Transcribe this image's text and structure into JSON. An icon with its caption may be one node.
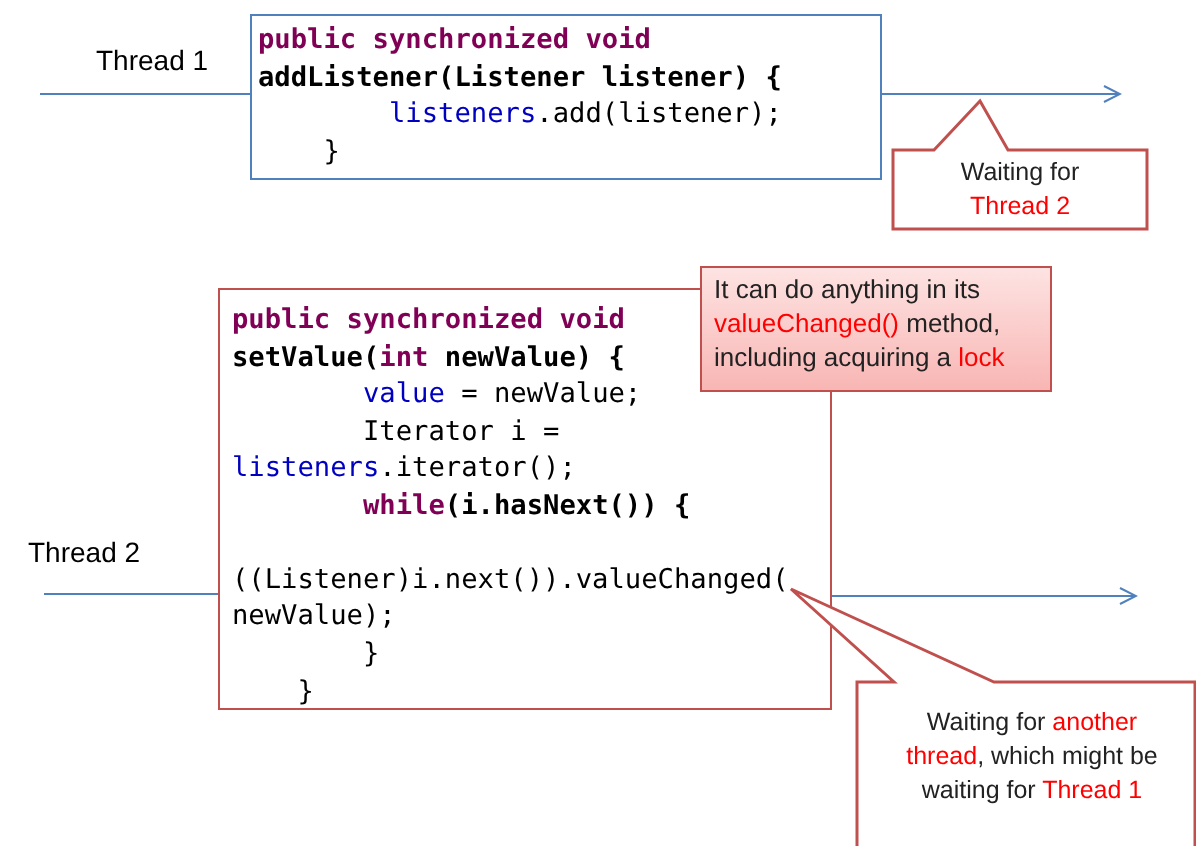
{
  "diagram": {
    "nodes": [
      {
        "text": [
          "*public* *synchronized* *void*",
          "addListener(Listener listener) {",
          "        **listeners**.add(listener);",
          "    }"
        ]
      },
      {
        "text": [
          "Waiting for **Thread 2**"
        ]
      },
      {
        "text": [
          "*public* *synchronized* *void*",
          "setValue(*int* newValue) {",
          "        **value** = newValue;",
          "        Iterator i =",
          "**listeners**.iterator();",
          "        *while*(i.hasNext()) {",
          "((Listener)i.next()).valueChanged(",
          "newValue);",
          "        }",
          "    }"
        ]
      },
      {
        "text": [
          "It can do anything in its **valueChanged()** method, including acquiring a **lock**"
        ]
      },
      {
        "text": [
          "Waiting for **another thread**, which might be waiting for **Thread 1**"
        ]
      }
    ],
    "edges": [
      {
        "from": null,
        "to": 0,
        "arrow": "none"
      },
      {
        "from": 0,
        "to": null,
        "arrow": "to"
      },
      {
        "from": null,
        "to": 2,
        "arrow": "none"
      },
      {
        "from": 2,
        "to": null,
        "arrow": "to"
      }
    ],
    "labels": [
      "Thread 1",
      "Thread 2"
    ]
  }
}
